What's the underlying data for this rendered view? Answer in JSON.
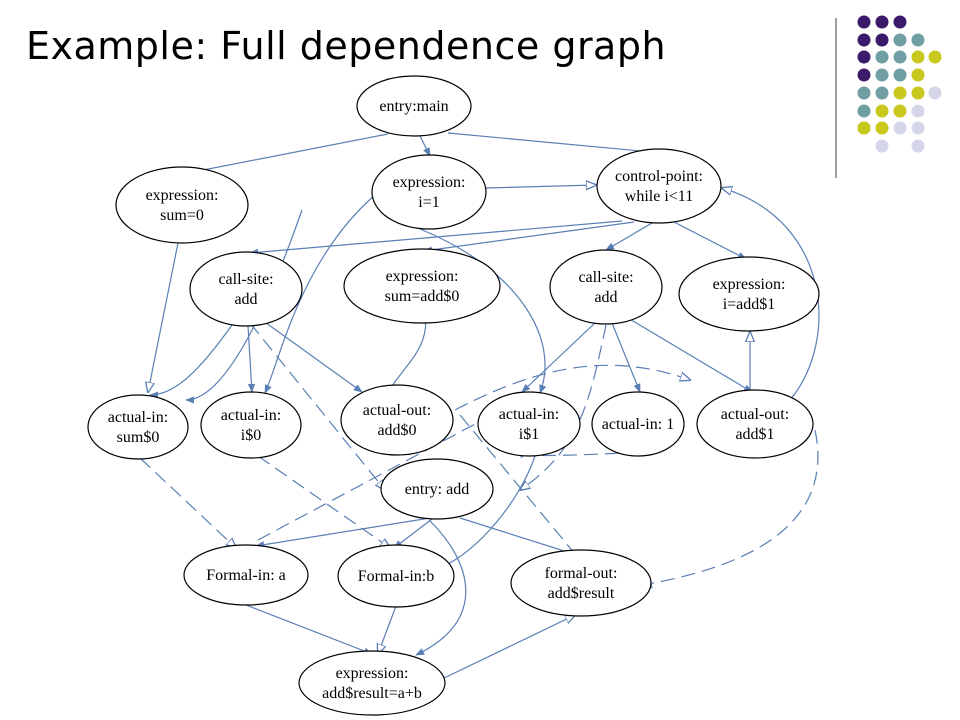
{
  "slide": {
    "title": "Example: Full dependence graph"
  },
  "colors": {
    "edge": "#5a7fb5",
    "node_stroke": "#000000",
    "deco_purple": "#3b1a6b",
    "deco_teal": "#6f9fa3",
    "deco_yellow": "#c8c81e",
    "deco_lavender": "#d6d6ea",
    "divider": "#808080"
  },
  "graph": {
    "nodes": [
      {
        "id": "entry-main",
        "lines": [
          "entry:main"
        ]
      },
      {
        "id": "expr-sum0",
        "lines": [
          "expression:",
          "sum=0"
        ]
      },
      {
        "id": "expr-i1",
        "lines": [
          "expression:",
          "i=1"
        ]
      },
      {
        "id": "control-point",
        "lines": [
          "control-point:",
          "while i<11"
        ]
      },
      {
        "id": "callsite-add-1",
        "lines": [
          "call-site:",
          "add"
        ]
      },
      {
        "id": "expr-sum-add0",
        "lines": [
          "expression:",
          "sum=add$0"
        ]
      },
      {
        "id": "callsite-add-2",
        "lines": [
          "call-site:",
          "add"
        ]
      },
      {
        "id": "expr-i-add1",
        "lines": [
          "expression:",
          "i=add$1"
        ]
      },
      {
        "id": "actual-in-sum0",
        "lines": [
          "actual-in:",
          "sum$0"
        ]
      },
      {
        "id": "actual-in-i0",
        "lines": [
          "actual-in:",
          "i$0"
        ]
      },
      {
        "id": "actual-out-add0",
        "lines": [
          "actual-out:",
          "add$0"
        ]
      },
      {
        "id": "actual-in-i1",
        "lines": [
          "actual-in:",
          "i$1"
        ]
      },
      {
        "id": "actual-in-1",
        "lines": [
          "actual-in: 1"
        ]
      },
      {
        "id": "actual-out-add1",
        "lines": [
          "actual-out:",
          "add$1"
        ]
      },
      {
        "id": "entry-add",
        "lines": [
          "entry: add"
        ]
      },
      {
        "id": "formal-in-a",
        "lines": [
          "Formal-in: a"
        ]
      },
      {
        "id": "formal-in-b",
        "lines": [
          "Formal-in:b"
        ]
      },
      {
        "id": "formal-out",
        "lines": [
          "formal-out:",
          "add$result"
        ]
      },
      {
        "id": "expr-result",
        "lines": [
          "expression:",
          "add$result=a+b"
        ]
      }
    ]
  }
}
